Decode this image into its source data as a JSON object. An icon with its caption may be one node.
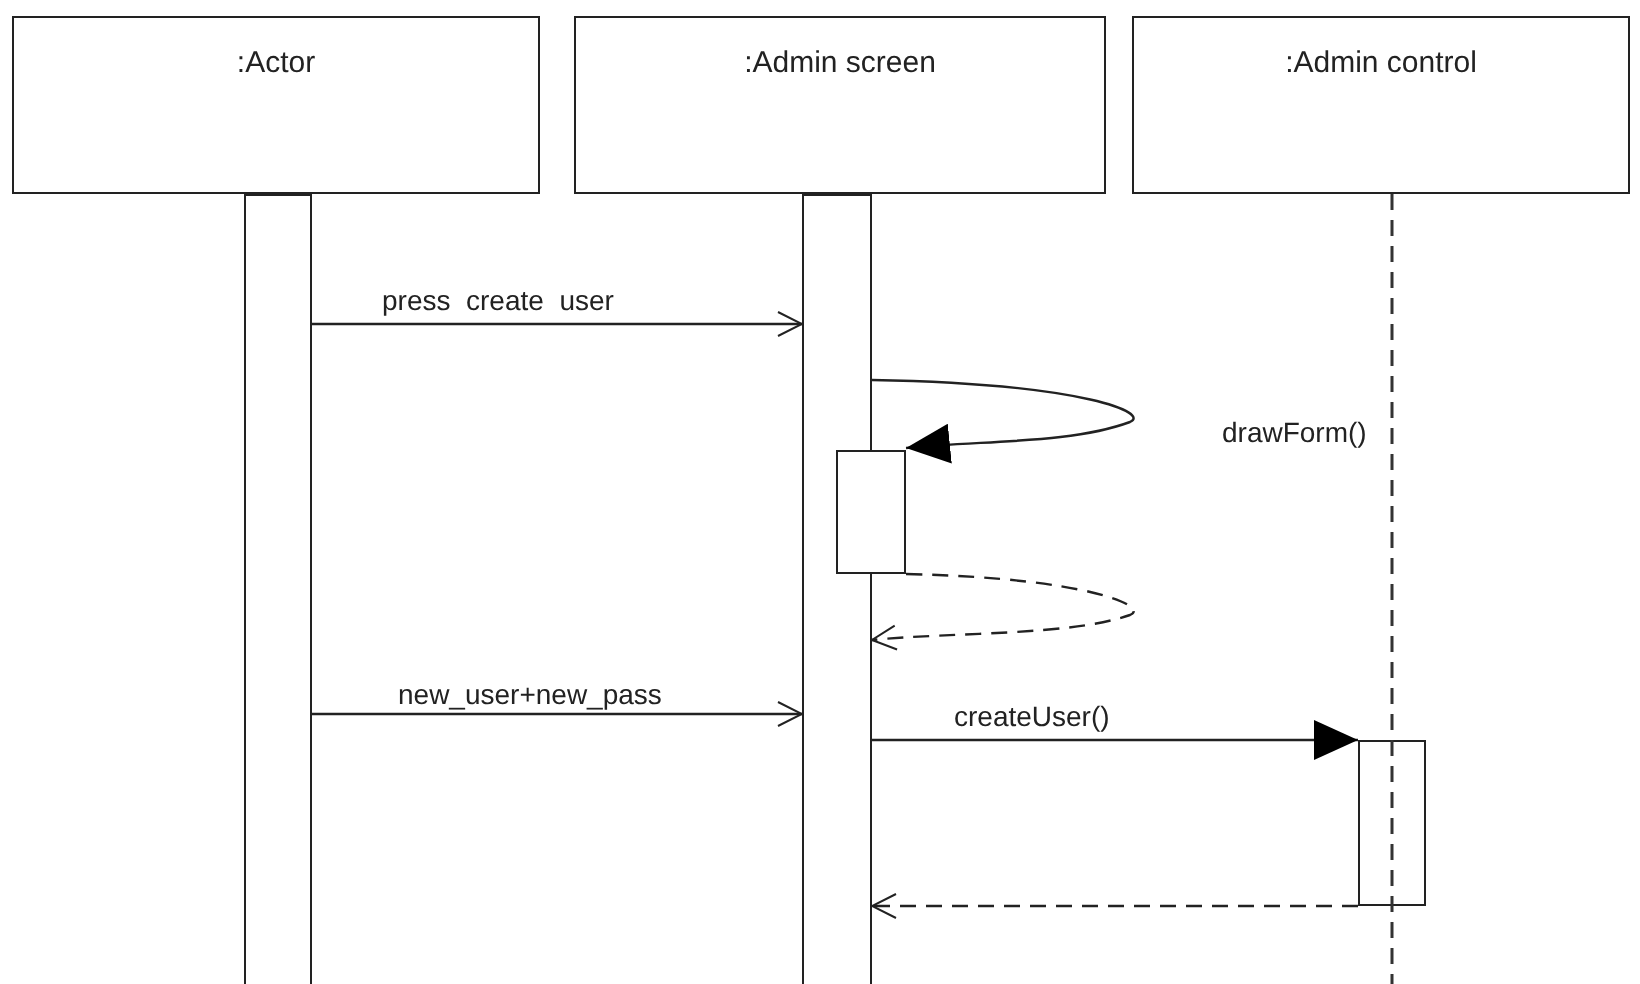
{
  "diagram": {
    "nodes": [
      {
        "text": [
          ":Actor"
        ]
      },
      {
        "text": [
          ":Admin screen"
        ]
      },
      {
        "text": [
          ":Admin control"
        ]
      },
      {
        "text": [],
        "shape": "bar"
      },
      {
        "text": [],
        "shape": "bar"
      },
      {
        "text": [],
        "shape": "bar"
      },
      {
        "text": [],
        "shape": "bar"
      }
    ],
    "edges": [
      {
        "from": 3,
        "to": 4,
        "arrow": "to",
        "label": "press  create  user"
      },
      {
        "from": 4,
        "to": 5,
        "arrow": "to",
        "label": "drawForm()"
      },
      {
        "from": 5,
        "to": 4,
        "arrow": "to",
        "style": "dashed"
      },
      {
        "from": 3,
        "to": 4,
        "arrow": "to",
        "label": "new_user+new_pass"
      },
      {
        "from": 4,
        "to": 6,
        "arrow": "to",
        "label": "createUser()"
      },
      {
        "from": 6,
        "to": 4,
        "arrow": "to",
        "style": "dashed"
      }
    ]
  }
}
